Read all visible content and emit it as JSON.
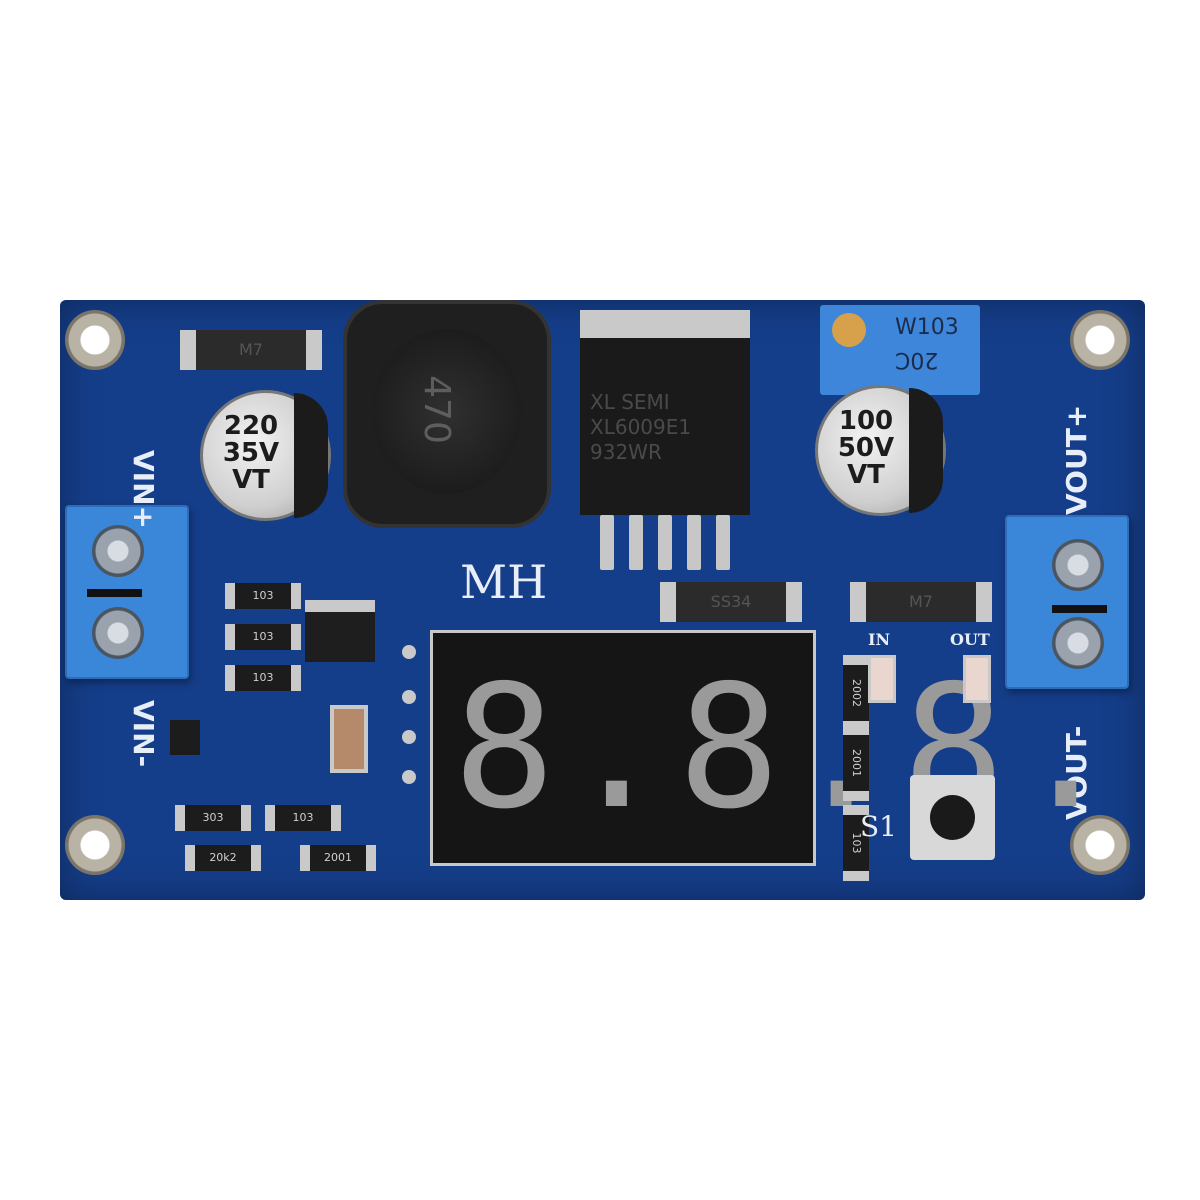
{
  "product": {
    "description": "XL6009 DC-DC boost converter module with 3-digit voltmeter display",
    "board_color": "#153e8a"
  },
  "silkscreen": {
    "brand": "MH",
    "vin_plus": "VIN+",
    "vin_minus": "VIN-",
    "vout_plus": "VOUT+",
    "vout_minus": "VOUT-",
    "in_led": "IN",
    "out_led": "OUT",
    "switch": "S1"
  },
  "components": {
    "input_cap": {
      "value": "220",
      "voltage": "35V",
      "series": "VT"
    },
    "output_cap": {
      "value": "100",
      "voltage": "50V",
      "series": "VT"
    },
    "inductor": {
      "marking": "470"
    },
    "regulator": {
      "line1": "XL SEMI",
      "line2": "XL6009E1",
      "line3": "932WR"
    },
    "potentiometer": {
      "line1": "W103",
      "line2": "20C"
    },
    "diode_top_left": "M7",
    "diode_right": "M7",
    "schottky": "SS34",
    "resistors": {
      "r1": "103",
      "r2": "103",
      "r3": "103",
      "r4": "303",
      "r5": "103",
      "r6": "20k2",
      "r7": "2001",
      "r8": "2002",
      "r9": "2001",
      "r10": "103"
    }
  },
  "display": {
    "digits": "8.8.8.",
    "segment_color": "#9a9a9a",
    "background_color": "#151515"
  }
}
